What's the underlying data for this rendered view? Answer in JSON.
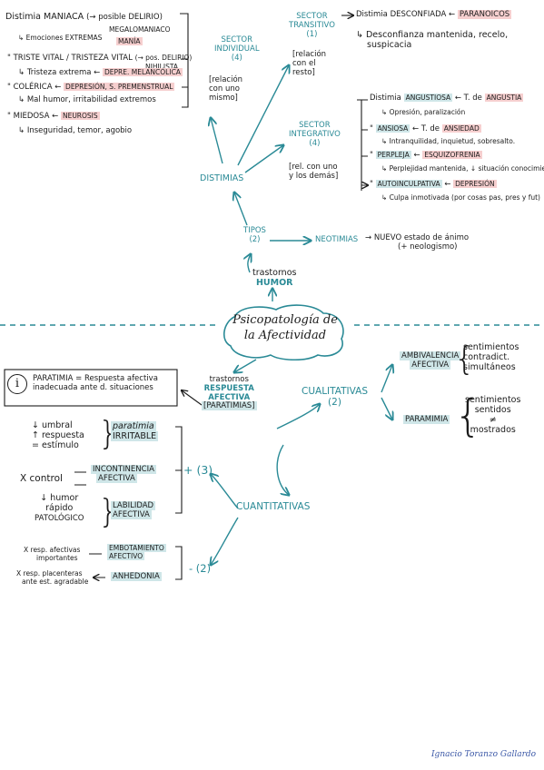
{
  "center": {
    "line1": "Psicopatología de",
    "line2": "la Afectividad"
  },
  "humor_branch": {
    "label_line1": "trastornos",
    "label_line2": "HUMOR"
  },
  "tipos": {
    "line1": "TIPOS",
    "line2": "(2)"
  },
  "neotimias": {
    "label": "NEOTIMIAS",
    "desc_line1": "→ NUEVO estado de ánimo",
    "desc_line2": "(+ neologismo)"
  },
  "distimias": {
    "label": "DISTIMIAS"
  },
  "sector_individual": {
    "title_line1": "SECTOR",
    "title_line2": "INDIVIDUAL",
    "title_line3": "(4)",
    "note_line1": "[relación",
    "note_line2": "con uno",
    "note_line3": "mismo]"
  },
  "sector_transitivo": {
    "title_line1": "SECTOR",
    "title_line2": "TRANSITIVO",
    "title_line3": "(1)",
    "note_line1": "[relación",
    "note_line2": "con el",
    "note_line3": "resto]",
    "item_prefix": "Distimia DESCONFIADA ←",
    "item_tag": "PARANOICOS",
    "desc_line1": "↳ Desconfianza mantenida, recelo,",
    "desc_line2": "suspicacia"
  },
  "individual_items": [
    {
      "prefix": "Distimia MANIACA",
      "suffix": "(→ posible DELIRIO)",
      "extra": "MEGALOMANIACO",
      "tag": "MANÍA",
      "desc": "↳ Emociones EXTREMAS"
    },
    {
      "prefix": "\" TRISTE VITAL / TRISTEZA VITAL",
      "suffix": "(→ pos. DELIRIO)",
      "extra": "NIHILISTA",
      "tag": "DEPRE. MELANCÓLICA",
      "desc": "↳ Tristeza extrema ←"
    },
    {
      "prefix": "\" COLÉRICA ←",
      "tag": "DEPRESIÓN, S. PREMENSTRUAL",
      "desc": "↳ Mal humor, irritabilidad extremos"
    },
    {
      "prefix": "\" MIEDOSA ←",
      "tag": "NEUROSIS",
      "desc": "↳ Inseguridad, temor, agobio"
    }
  ],
  "sector_integrativo": {
    "title_line1": "SECTOR",
    "title_line2": "INTEGRATIVO",
    "title_line3": "(4)",
    "note_line1": "[rel. con uno",
    "note_line2": "y los demás]",
    "items": [
      {
        "prefix": "Distimia",
        "name": "ANGUSTIOSA",
        "mid": "← T. de",
        "tag": "ANGUSTIA",
        "desc": "↳ Opresión, paralización"
      },
      {
        "prefix": "\"",
        "name": "ANSIOSA",
        "mid": "← T. de",
        "tag": "ANSIEDAD",
        "desc": "↳ Intranquilidad, inquietud, sobresalto."
      },
      {
        "prefix": "\"",
        "name": "PERPLEJA",
        "mid": "←",
        "tag": "ESQUIZOFRENIA",
        "desc": "↳ Perplejidad mantenida, ↓ situación conocimientos"
      },
      {
        "prefix": "\"",
        "name": "AUTOINCULPATIVA",
        "mid": "←",
        "tag": "DEPRESIÓN",
        "desc": "↳ Culpa inmotivada (por cosas pas, pres y fut)"
      }
    ]
  },
  "paratimia_note": {
    "line1": "PARATIMIA = Respuesta afectiva",
    "line2": "inadecuada ante d. situaciones"
  },
  "respuesta_branch": {
    "line1": "trastornos",
    "line2": "RESPUESTA",
    "line3": "AFECTIVA",
    "line4": "[PARATIMIAS]"
  },
  "cualitativas": {
    "label": "CUALITATIVAS",
    "count": "(2)",
    "items": [
      {
        "name_line1": "AMBIVALENCIA",
        "name_line2": "AFECTIVA",
        "desc_line1": "sentimientos",
        "desc_line2": "contradict.",
        "desc_line3": "simultáneos"
      },
      {
        "name_line1": "PARAMIMIA",
        "desc_line1": "sentimientos",
        "desc_line2": "sentidos",
        "desc_line3": "≠",
        "desc_line4": "mostrados"
      }
    ]
  },
  "cuantitativas": {
    "label": "CUANTITATIVAS",
    "plus_label": "+ (3)",
    "minus_label": "- (2)",
    "plus_items": [
      {
        "left_lines": [
          "↓ umbral",
          "↑ respuesta",
          "= estímulo"
        ],
        "name_line1": "paratimia",
        "name_line2": "IRRITABLE"
      },
      {
        "left_lines": [
          "X control"
        ],
        "name_line1": "INCONTINENCIA",
        "name_line2": "AFECTIVA"
      },
      {
        "left_lines": [
          "↓ humor",
          "rápido",
          "PATOLÓGICO"
        ],
        "name_line1": "LABILIDAD",
        "name_line2": "AFECTIVA"
      }
    ],
    "minus_items": [
      {
        "left_line1": "X resp. afectivas",
        "left_line2": "importantes",
        "name_line1": "EMBOTAMIENTO",
        "name_line2": "AFECTIVO"
      },
      {
        "left_line1": "X resp. placenteras",
        "left_line2": "ante est. agradable",
        "name_line1": "ANHEDONIA"
      }
    ]
  },
  "signature": "Ignacio Toranzo Gallardo"
}
